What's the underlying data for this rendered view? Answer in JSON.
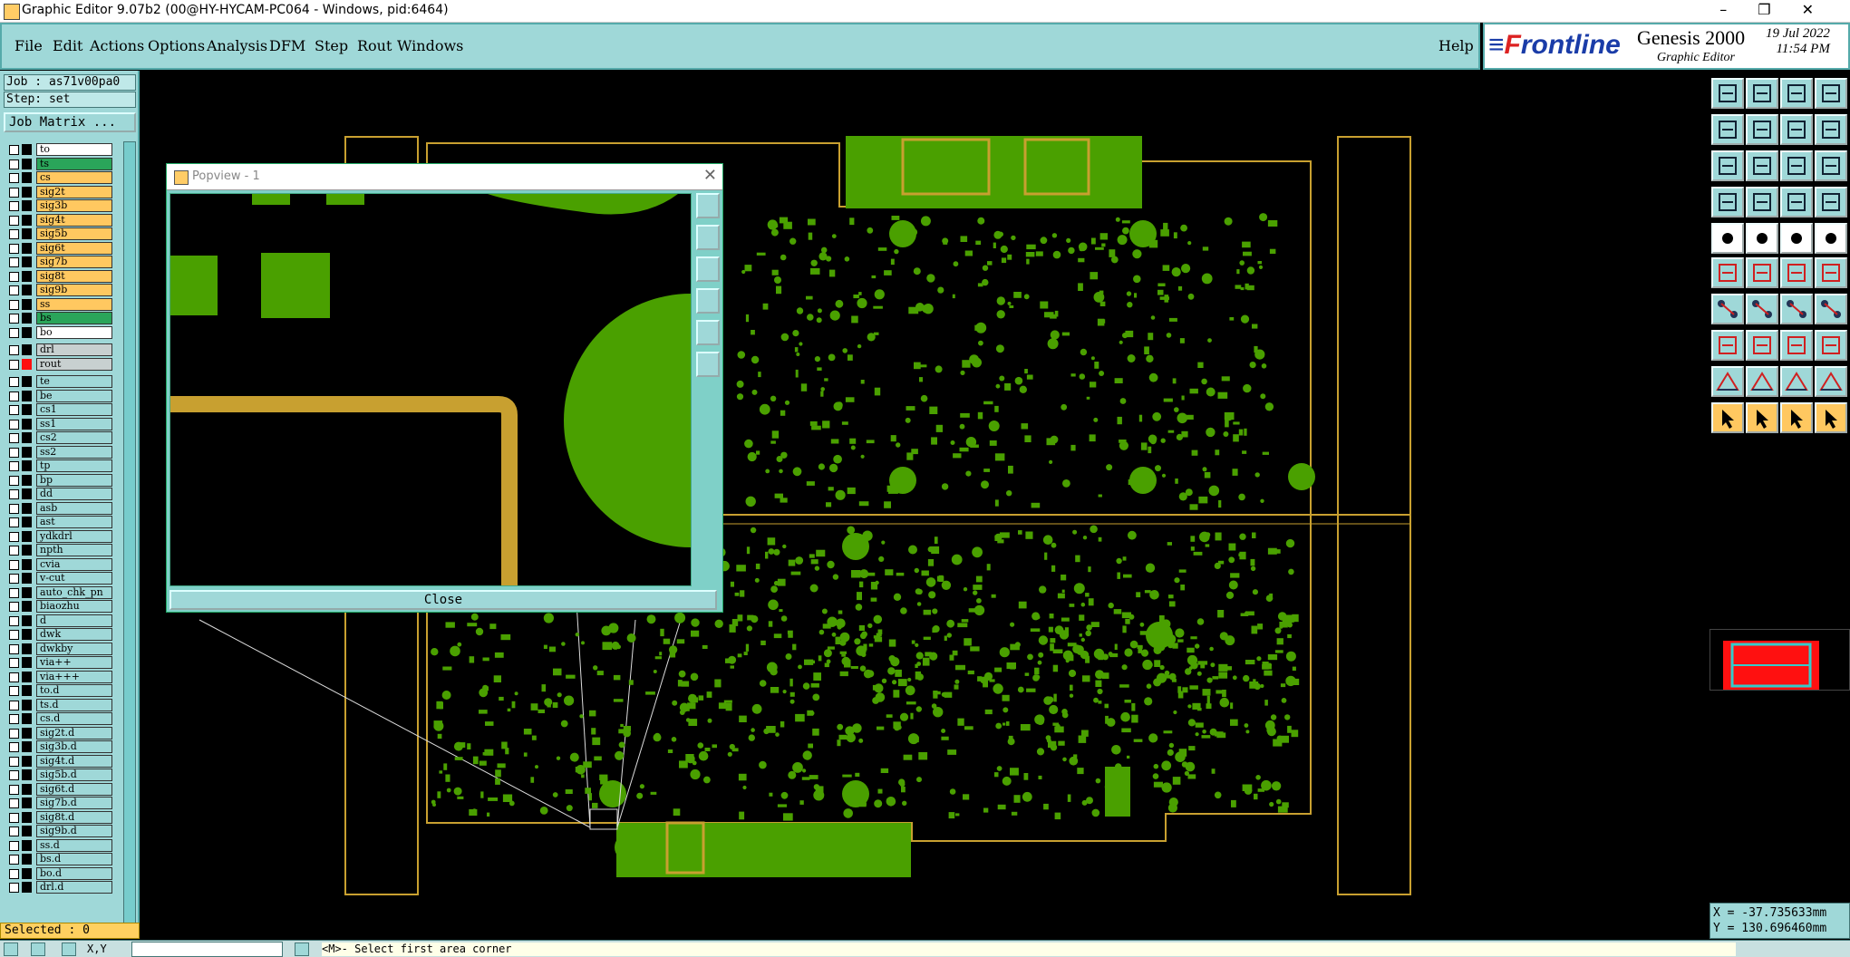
{
  "window": {
    "title": "Graphic Editor 9.07b2 (00@HY-HYCAM-PC064 - Windows, pid:6464)",
    "controls": [
      "–",
      "❐",
      "✕"
    ]
  },
  "menu": {
    "items": [
      "File",
      "Edit",
      "Actions",
      "Options",
      "Analysis",
      "DFM",
      "Step",
      "Rout",
      "Windows"
    ],
    "help": "Help"
  },
  "brand": {
    "logo_prefix": "F",
    "logo_rest": "rontline",
    "product": "Genesis 2000",
    "subtitle": "Graphic Editor",
    "date": "19 Jul 2022",
    "time": "11:54 PM"
  },
  "left": {
    "job": "Job : as71v00pa0",
    "step": "Step: set",
    "job_matrix": "Job Matrix ...",
    "selected": "Selected : 0"
  },
  "layers": [
    {
      "name": "to",
      "color": "#ffffff",
      "sw": "none"
    },
    {
      "name": "ts",
      "color": "#2aa55a",
      "sw": "none"
    },
    {
      "name": "cs",
      "color": "#ffc860",
      "sw": "none"
    },
    {
      "name": "sig2t",
      "color": "#ffc860",
      "sw": "none"
    },
    {
      "name": "sig3b",
      "color": "#ffc860",
      "sw": "none"
    },
    {
      "name": "sig4t",
      "color": "#ffc860",
      "sw": "none"
    },
    {
      "name": "sig5b",
      "color": "#ffc860",
      "sw": "none"
    },
    {
      "name": "sig6t",
      "color": "#ffc860",
      "sw": "none"
    },
    {
      "name": "sig7b",
      "color": "#ffc860",
      "sw": "none"
    },
    {
      "name": "sig8t",
      "color": "#ffc860",
      "sw": "none"
    },
    {
      "name": "sig9b",
      "color": "#ffc860",
      "sw": "none"
    },
    {
      "name": "ss",
      "color": "#ffc860",
      "sw": "none"
    },
    {
      "name": "bs",
      "color": "#2aa55a",
      "sw": "none"
    },
    {
      "name": "bo",
      "color": "#ffffff",
      "sw": "none"
    },
    {
      "name": "drl",
      "color": "#c8d0d0",
      "sw": "none",
      "gap": true
    },
    {
      "name": "rout",
      "color": "#c8d0d0",
      "sw": "red"
    },
    {
      "name": "te",
      "color": "#9fd8d8",
      "sw": "none",
      "gap": true
    },
    {
      "name": "be",
      "color": "#9fd8d8",
      "sw": "none"
    },
    {
      "name": "cs1",
      "color": "#9fd8d8",
      "sw": "none"
    },
    {
      "name": "ss1",
      "color": "#9fd8d8",
      "sw": "none"
    },
    {
      "name": "cs2",
      "color": "#9fd8d8",
      "sw": "none"
    },
    {
      "name": "ss2",
      "color": "#9fd8d8",
      "sw": "none"
    },
    {
      "name": "tp",
      "color": "#9fd8d8",
      "sw": "none"
    },
    {
      "name": "bp",
      "color": "#9fd8d8",
      "sw": "none"
    },
    {
      "name": "dd",
      "color": "#9fd8d8",
      "sw": "none"
    },
    {
      "name": "asb",
      "color": "#9fd8d8",
      "sw": "none"
    },
    {
      "name": "ast",
      "color": "#9fd8d8",
      "sw": "none"
    },
    {
      "name": "ydkdrl",
      "color": "#9fd8d8",
      "sw": "none"
    },
    {
      "name": "npth",
      "color": "#9fd8d8",
      "sw": "none"
    },
    {
      "name": "cvia",
      "color": "#9fd8d8",
      "sw": "none"
    },
    {
      "name": "v-cut",
      "color": "#9fd8d8",
      "sw": "none"
    },
    {
      "name": "auto_chk_pn",
      "color": "#9fd8d8",
      "sw": "none"
    },
    {
      "name": "biaozhu",
      "color": "#9fd8d8",
      "sw": "none"
    },
    {
      "name": "d",
      "color": "#9fd8d8",
      "sw": "none"
    },
    {
      "name": "dwk",
      "color": "#9fd8d8",
      "sw": "none"
    },
    {
      "name": "dwkby",
      "color": "#9fd8d8",
      "sw": "none"
    },
    {
      "name": "via++",
      "color": "#9fd8d8",
      "sw": "none"
    },
    {
      "name": "via+++",
      "color": "#9fd8d8",
      "sw": "none"
    },
    {
      "name": "to.d",
      "color": "#9fd8d8",
      "sw": "none"
    },
    {
      "name": "ts.d",
      "color": "#9fd8d8",
      "sw": "none"
    },
    {
      "name": "cs.d",
      "color": "#9fd8d8",
      "sw": "none"
    },
    {
      "name": "sig2t.d",
      "color": "#9fd8d8",
      "sw": "none"
    },
    {
      "name": "sig3b.d",
      "color": "#9fd8d8",
      "sw": "none"
    },
    {
      "name": "sig4t.d",
      "color": "#9fd8d8",
      "sw": "none"
    },
    {
      "name": "sig5b.d",
      "color": "#9fd8d8",
      "sw": "none"
    },
    {
      "name": "sig6t.d",
      "color": "#9fd8d8",
      "sw": "none"
    },
    {
      "name": "sig7b.d",
      "color": "#9fd8d8",
      "sw": "none"
    },
    {
      "name": "sig8t.d",
      "color": "#9fd8d8",
      "sw": "none"
    },
    {
      "name": "sig9b.d",
      "color": "#9fd8d8",
      "sw": "none"
    },
    {
      "name": "ss.d",
      "color": "#9fd8d8",
      "sw": "none"
    },
    {
      "name": "bs.d",
      "color": "#9fd8d8",
      "sw": "none"
    },
    {
      "name": "bo.d",
      "color": "#9fd8d8",
      "sw": "none"
    },
    {
      "name": "drl.d",
      "color": "#9fd8d8",
      "sw": "none"
    }
  ],
  "popview": {
    "title": "Popview - 1",
    "close": "Close",
    "tools": [
      "zoom-page-icon",
      "zoom-up-icon",
      "zoom-down-icon",
      "zoom-left-icon",
      "zoom-fit-icon",
      "zoom-center-icon"
    ]
  },
  "toolbox": {
    "icons": [
      "open-icon",
      "save-icon",
      "home-icon",
      "window-icon",
      "copy-left-icon",
      "copy-right-icon",
      "rotate-icon",
      "snap-icon",
      "zoom-fit-icon",
      "zoom-in-icon",
      "scale-icon",
      "help-icon",
      "settings-icon",
      "line-icon",
      "layer-up-icon",
      "layer-down-icon",
      "pad-icon",
      "polygon-icon",
      "ruler-icon",
      "circle-icon",
      "connect-icon",
      "cross-icon",
      "node-icon",
      "net-icon",
      "arc-icon",
      "line-diag-icon",
      "rotate-arc-icon",
      "polyline-icon",
      "step-icon",
      "dash-icon",
      "grid-icon",
      "pattern-icon",
      "triangle-icon",
      "triangle-split-icon",
      "triangle-filled-icon",
      "triangle-alt-icon",
      "pointer-icon",
      "pointer-red-icon",
      "pointer-select-icon",
      "pointer-move-icon"
    ]
  },
  "coords": {
    "x": "X = -37.735633mm",
    "y": "Y = 130.696460mm"
  },
  "status": {
    "units": "X,Y",
    "message": "<M>- Select first area corner"
  },
  "colors": {
    "panel": "#9fd8d8",
    "copper": "#4aa000",
    "outline": "#c8a030",
    "accent": "#ffc860"
  }
}
